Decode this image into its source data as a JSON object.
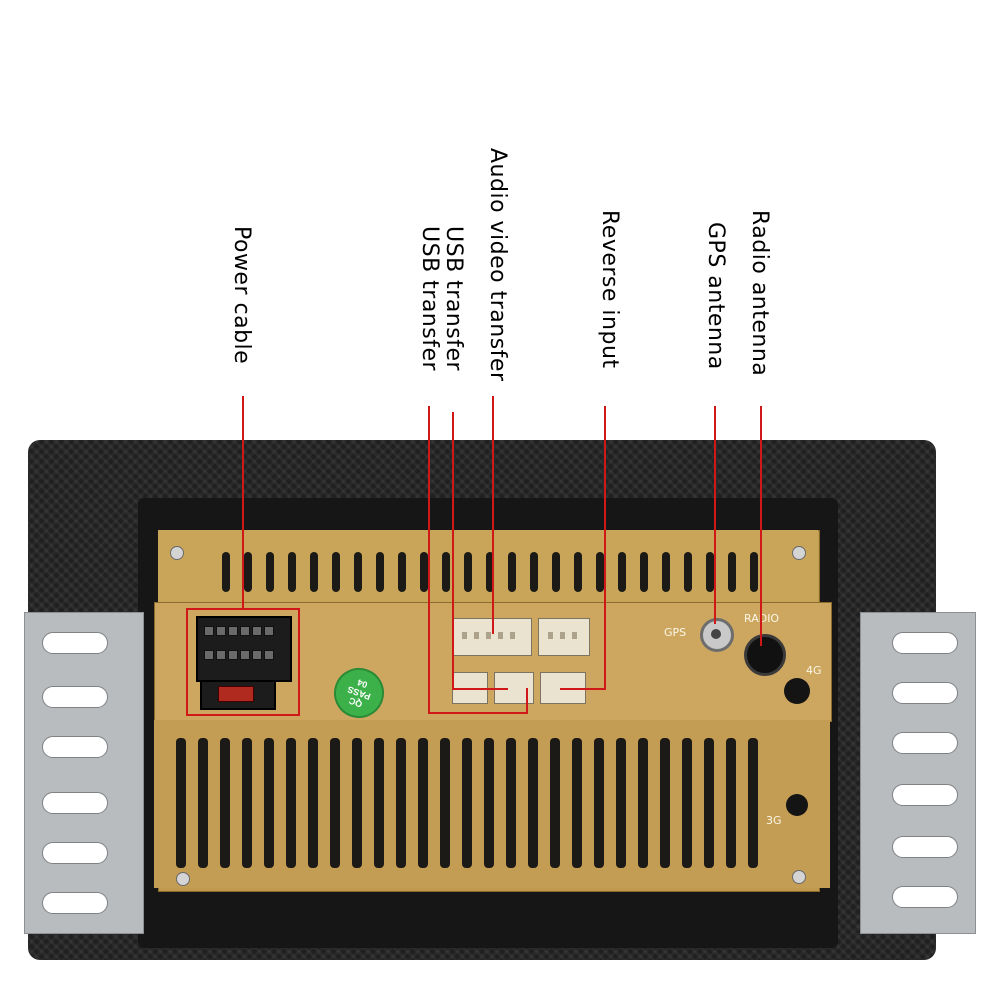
{
  "labels": {
    "power_cable": "Power cable",
    "usb_transfer_1": "USB transfer",
    "usb_transfer_2": "USB transfer",
    "audio_video_transfer": "Audio video transfer",
    "reverse_input": "Reverse input",
    "gps_antenna": "GPS antenna",
    "radio_antenna": "Radio antenna"
  },
  "silkscreen": {
    "gps": "GPS",
    "radio": "RADIO",
    "port_4g": "4G",
    "port_3g": "3G"
  },
  "sticker": {
    "line1": "QC",
    "line2": "PASS",
    "line3": "04"
  },
  "colors": {
    "callout_line": "#d01818",
    "chassis": "#bf9a4f",
    "frame": "#202020",
    "bracket": "#b9bcbe"
  }
}
